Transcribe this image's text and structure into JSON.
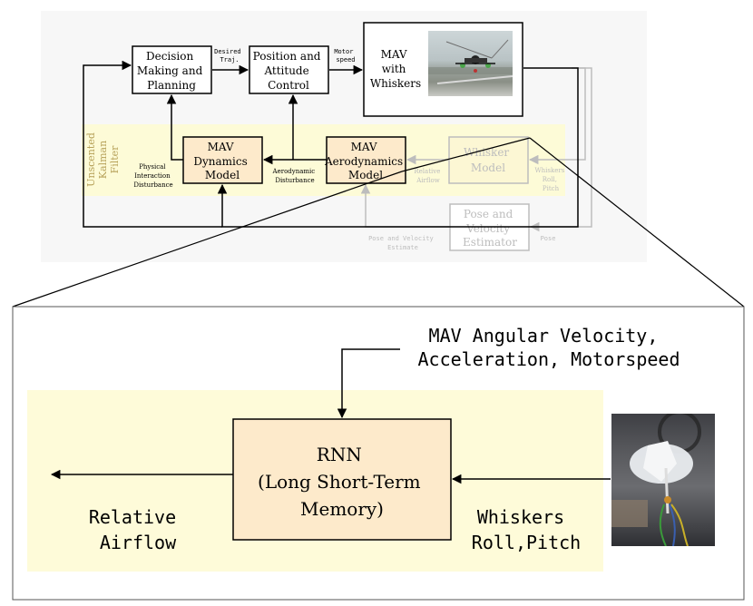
{
  "top_diagram": {
    "decision_block": [
      "Decision",
      "Making and",
      "Planning"
    ],
    "desired_traj_label": [
      "Desired",
      "Traj."
    ],
    "position_block": [
      "Position and",
      "Attitude",
      "Control"
    ],
    "motor_speed_label": [
      "Motor",
      "speed"
    ],
    "mav_block": [
      "MAV",
      "with",
      "Whiskers"
    ],
    "ukf_label": [
      "Unscented",
      "Kalman",
      "Filter"
    ],
    "dynamics_block": [
      "MAV",
      "Dynamics",
      "Model"
    ],
    "physical_disturbance_label": [
      "Physical",
      "Interaction",
      "Disturbance"
    ],
    "aero_block": [
      "MAV",
      "Aerodynamics",
      "Model"
    ],
    "aero_disturbance_label": [
      "Aerodynamic",
      "Disturbance"
    ],
    "relative_airflow_label": [
      "Relative",
      "Airflow"
    ],
    "whisker_model_block": [
      "Whisker",
      "Model"
    ],
    "whiskers_rp_label": [
      "Whiskers",
      "Roll,",
      "Pitch"
    ],
    "pose_estimator_block": [
      "Pose and",
      "Velocity",
      "Estimator"
    ],
    "pose_velocity_estimate_label": [
      "Pose and Velocity",
      "Estimate"
    ],
    "pose_label": "Pose"
  },
  "detail": {
    "inputs_label": [
      "MAV Angular Velocity,",
      "Acceleration, Motorspeed"
    ],
    "rnn_block": [
      "RNN",
      "(Long Short-Term",
      "Memory)"
    ],
    "output_label": [
      "Relative",
      "Airflow"
    ],
    "whiskers_label": [
      "Whiskers",
      "Roll,Pitch"
    ]
  },
  "colors": {
    "ukf_fill": "#fdfbd7",
    "block_fill": "#fdeacb",
    "detail_fill": "#fefbd9",
    "top_bg": "#f7f7f7",
    "faded": "#bdbdbd",
    "ukf_text": "#b7a25a"
  }
}
